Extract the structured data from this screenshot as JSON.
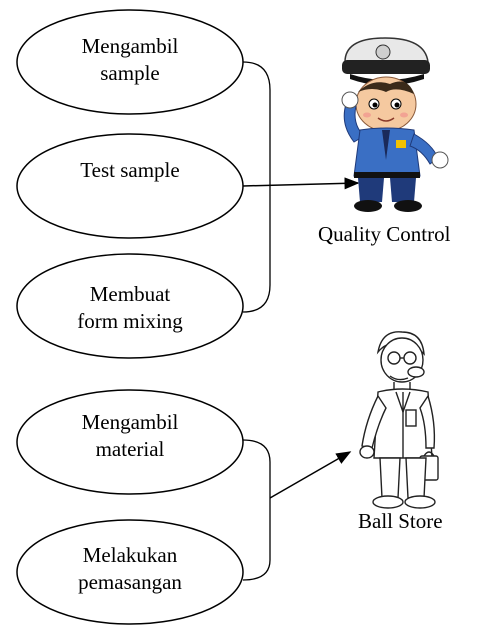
{
  "activities": [
    {
      "line1": "Mengambil",
      "line2": "sample"
    },
    {
      "line1": "Test sample",
      "line2": ""
    },
    {
      "line1": "Membuat",
      "line2": "form mixing"
    },
    {
      "line1": "Mengambil",
      "line2": "material"
    },
    {
      "line1": "Melakukan",
      "line2": "pemasangan"
    }
  ],
  "actors": [
    {
      "label": "Quality Control",
      "icon": "police-officer-icon"
    },
    {
      "label": "Ball Store",
      "icon": "worker-sketch-icon"
    }
  ],
  "colors": {
    "police_cap": "#e8e8e8",
    "police_uniform": "#3a6fc4",
    "police_pants": "#1f3a7a",
    "skin": "#f5c9a0",
    "line": "#000000"
  }
}
